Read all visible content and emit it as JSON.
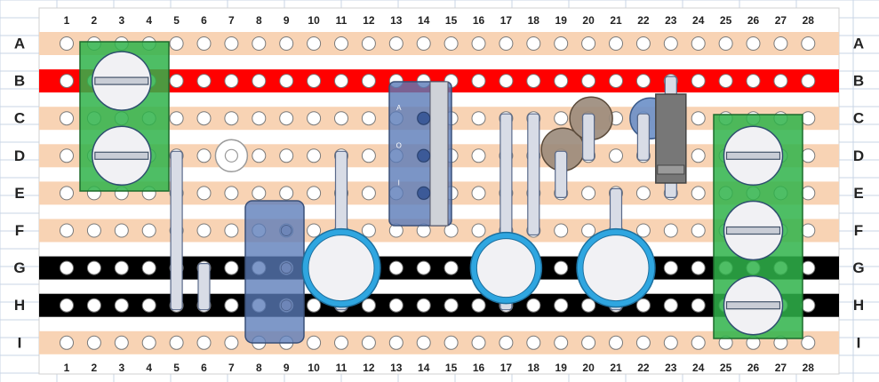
{
  "columns": [
    "1",
    "2",
    "3",
    "4",
    "5",
    "6",
    "7",
    "8",
    "9",
    "10",
    "11",
    "12",
    "13",
    "14",
    "15",
    "16",
    "17",
    "18",
    "19",
    "20",
    "21",
    "22",
    "23",
    "24",
    "25",
    "26",
    "27",
    "28"
  ],
  "rows": [
    "A",
    "B",
    "C",
    "D",
    "E",
    "F",
    "G",
    "H",
    "I"
  ],
  "strip_colors": {
    "A": "#f8d3b4",
    "B": "#ff0000",
    "C": "#f8d3b4",
    "D": "#f8d3b4",
    "E": "#f8d3b4",
    "F": "#f8d3b4",
    "G": "#000000",
    "H": "#000000",
    "I": "#f8d3b4"
  },
  "colors": {
    "grid_line": "#c8d4e6",
    "hole_fill": "#ffffff",
    "hole_stroke": "#7a7a7a",
    "terminal_green": "#2fb34a",
    "screw_fill": "#f1f1f4",
    "capacitor_ring": "#2fa6e0",
    "switch_blue": "#5a7bb8",
    "resistor_dark": "#777777",
    "trimmer_brown": "#9a8a7a",
    "led_blue": "#6a8fc8",
    "wire_fill": "#d8dce6",
    "wire_stroke": "#5a6a8a"
  },
  "switch_labels": [
    "A",
    "O",
    "I"
  ],
  "components": [
    {
      "kind": "terminal-block-2",
      "name": "terminal-block-left"
    },
    {
      "kind": "terminal-block-3",
      "name": "terminal-block-right"
    },
    {
      "kind": "slide-switch",
      "name": "switch-module"
    },
    {
      "kind": "relay",
      "name": "relay-block"
    },
    {
      "kind": "capacitor",
      "name": "capacitor-1"
    },
    {
      "kind": "capacitor",
      "name": "capacitor-2"
    },
    {
      "kind": "capacitor",
      "name": "capacitor-3"
    },
    {
      "kind": "trimmer",
      "name": "trimmer-1"
    },
    {
      "kind": "trimmer",
      "name": "trimmer-2"
    },
    {
      "kind": "led",
      "name": "led-1"
    },
    {
      "kind": "resistor",
      "name": "resistor-1"
    },
    {
      "kind": "washer",
      "name": "mounting-hole"
    }
  ]
}
